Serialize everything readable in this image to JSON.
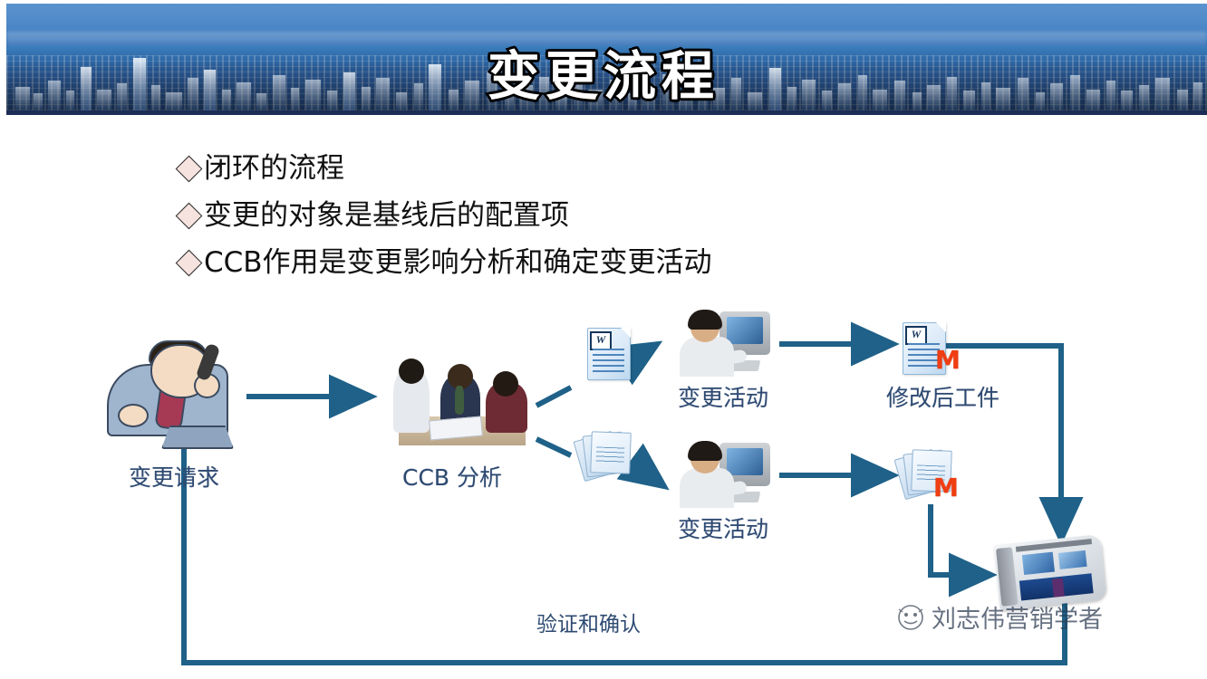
{
  "slide": {
    "title": "变更流程",
    "background_color": "#ffffff"
  },
  "header": {
    "banner_image": "city-skyline-harbor-photo",
    "border_color": "#1b2c56"
  },
  "bullets": [
    {
      "marker": "diamond-bullet",
      "text": "闭环的流程"
    },
    {
      "marker": "diamond-bullet",
      "text": "变更的对象是基线后的配置项"
    },
    {
      "marker": "diamond-bullet",
      "text": "CCB作用是变更影响分析和确定变更活动"
    }
  ],
  "diagram": {
    "accent_color": "#1f6188",
    "label_color": "#2e4a72",
    "nodes": [
      {
        "id": "change-request",
        "label": "变更请求",
        "icon": "man-on-phone-clipart"
      },
      {
        "id": "ccb-analysis",
        "label": "CCB 分析",
        "icon": "meeting-photo"
      },
      {
        "id": "change-activity-top",
        "label": "变更活动",
        "icon": "person-at-computer-photo"
      },
      {
        "id": "change-activity-bottom",
        "label": "变更活动",
        "icon": "person-at-computer-photo"
      },
      {
        "id": "modified-artifact",
        "label": "修改后工件",
        "icon": "word-document-icon"
      }
    ],
    "artifacts": [
      {
        "id": "doc-word",
        "icon": "word-document-icon",
        "badge": "W"
      },
      {
        "id": "doc-stack",
        "icon": "paper-stack-icon"
      },
      {
        "id": "modified-doc-word",
        "icon": "word-document-icon",
        "badge": "W",
        "modified_mark": "M"
      },
      {
        "id": "modified-doc-stack",
        "icon": "paper-stack-icon",
        "modified_mark": "M"
      },
      {
        "id": "published-baseline",
        "icon": "newspaper-icon"
      }
    ],
    "feedback_label": "验证和确认",
    "modified_mark_color": "#f03d12"
  },
  "watermark": {
    "text": "刘志伟营销学者",
    "logo": "smiley-circle-logo"
  }
}
